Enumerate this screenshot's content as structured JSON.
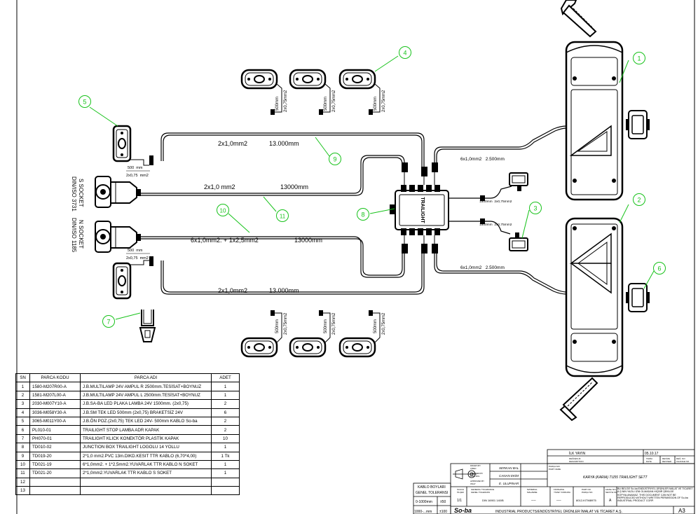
{
  "callouts": [
    "1",
    "2",
    "3",
    "4",
    "5",
    "6",
    "7",
    "8",
    "9",
    "10",
    "11"
  ],
  "cables": {
    "top_harness_size": "2x1,0mm2",
    "top_harness_length": "13.000mm",
    "s_socket_cable_size": "2x1,0 mm2",
    "s_socket_cable_length": "13000mm",
    "n_socket_cable_size": "6x1,0mm2. + 1x2,5mm2",
    "n_socket_cable_length": "13000mm",
    "bottom_harness_size": "2x1,0mm2",
    "bottom_harness_length": "13.000mm",
    "upper_lamp_cable": "6x1,0mm2   2.500mm",
    "lower_lamp_cable": "6x1,0mm2   2.500mm",
    "marker_len": "500mm",
    "marker_size": "2x0,75mm2",
    "plate_len_top": "500  mm",
    "plate_size_top": "2x0,75  mm2",
    "plate_len_bottom": "500  mm",
    "plate_size_bottom": "2x0,75  mm2",
    "led_upper_cable": "1500mm  2x0,75mm2",
    "led_lower_cable": "1500mm  2x0,75mm2"
  },
  "socket_labels": {
    "s_socket_line1": "S SOCKET",
    "s_socket_line2": "DIN/ISO 3731",
    "n_socket_line1": "N SOCKET",
    "n_socket_line2": "DIN/ISO 1185"
  },
  "junction_box_label": "TRAILIGHT",
  "parts_table": {
    "headers": [
      "SN",
      "PARCA KODU",
      "PARCA ADI",
      "ADET"
    ],
    "rows": [
      [
        "1",
        "1580-M207R00-A",
        "J.B.MULTILAMP 24V AMPUL R 2500mm.TESİSAT+BOYNUZ",
        "1"
      ],
      [
        "2",
        "1581-M207L00-A",
        "J.B.MULTILAMP 24V AMPUL L 2500mm.TESİSAT+BOYNUZ",
        "1"
      ],
      [
        "3",
        "2030-M007Y10-A",
        "J.B.SA-BA LED PLAKA LAMBA 24V 1500mm. (2x0,75)",
        "2"
      ],
      [
        "4",
        "3036-M058Y30-A",
        "J.B.SM TEK LED 500mm (2x0,75) BRAKETSİZ 24V",
        "6"
      ],
      [
        "5",
        "3065-M011Y00-A",
        "J.B.ÖN POZ.(2x0,75) TEK LED 24V- 500mm KABLO So-ba",
        "2"
      ],
      [
        "6",
        "PL010-01",
        "TRAILIGHT STOP LAMBA ADR KAPAK",
        "2"
      ],
      [
        "7",
        "PH070-01",
        "TRAILIGHT KLICK KONEKTÖR PLASTİK KAPAK",
        "10"
      ],
      [
        "8",
        "TD010-02",
        "JUNCTION BOX TRAILIGHT LOGOLU 14 YOLLU",
        "1"
      ],
      [
        "9",
        "TD019-20",
        "2*1,0 mm2.PVC 13m.DIKD.KESIT TTR KABLO (6,70*4,00)",
        "1 Tk"
      ],
      [
        "10",
        "TD021-19",
        "6*1,0mm2. + 1*2,5mm2.YUVARLAK TTR KABLO N SOKET",
        "1"
      ],
      [
        "11",
        "TD021-20",
        "2*1,0mm2.YUVARLAK TTR KABLO S SOKET",
        "1"
      ],
      [
        "12",
        "",
        "",
        ""
      ],
      [
        "13",
        "",
        "",
        ""
      ]
    ]
  },
  "title_block": {
    "revision_label": "İLK YAYIN",
    "revision_date": "05.10.17",
    "desc_header": "DEĞİŞİKLİK",
    "desc_header2": "DESCRIPTION",
    "date_header": "TARİH",
    "date_header2": "DATE",
    "revised_header": "REVİZE",
    "revised_header2": "REVISED",
    "change_header": "DEĞ. NO",
    "change_header2": "CHANGE NO",
    "part_name_label": "PARÇA ADI",
    "part_name_label2": "PART NAME",
    "part_name": "KARYA (KARIA) TIJ55 TRAILIGHT SETT",
    "drawn_by_label": "ÇİZEN",
    "drawn_by_label2": "DRAWN BY",
    "drawn_by": "SERKAN BAL",
    "checked_by_label": "KONTROL",
    "checked_by_label2": "CHECKED BY",
    "checked_by": "CANAN EKİM",
    "approved_by_label": "ONAY",
    "approved_by_label2": "APPROVED BY",
    "approved_by": "E. ULUPINAR",
    "scale_label": "ÖLÇEK",
    "scale_label2": "SCALE",
    "scale": "1/1",
    "tolerance_label": "GENEL TOLERANS",
    "tolerance_label2": "GENERAL TOLERANCE",
    "tolerance": "DIN 16901 140/B",
    "material_label": "MALZEME",
    "material_label2": "MATERIAL",
    "material": "----",
    "finishing_label": "YÜZEY KORUMA",
    "finishing_label2": "FINISHING",
    "finishing": "----",
    "part_no_label": "PARÇA NO.",
    "part_no_label2": "PART NO.",
    "part_no": "8012-KITM8975",
    "level_label": "SEVİYE NO.",
    "level_label2": "LEVEL NO.",
    "level": "A",
    "copyright": "BU BELGE So-ba ENDÜSTRİYEL ÜRÜNLER MALAT VE TİCARET A.Ş.NİN YAZILI İZNİ OLMADAN HİÇBİR ŞEKİLDE KOPYALANAMAZ. THIS DOCUMENT CAN NOT BE REPRODUCED WITHOUT WRITTEN PERMISSION OF So-ba INDUSTRIAL PRODUCT CORP.",
    "tol_title1": "KABLO BOYLARI",
    "tol_title2": "GENEL TOLERANSI",
    "tol_row1_range": "0-1000mm",
    "tol_row1_value": "±50",
    "tol_row2_range": "1000-...mm",
    "tol_row2_value": "±100",
    "company_logo": "So-ba",
    "company_name": "INDUSTRIAL PRODUCTS/ENDÜSTRİYEL ÜRÜNLER İMALAT VE TİCARET A.Ş.",
    "sheet_size": "A3"
  }
}
